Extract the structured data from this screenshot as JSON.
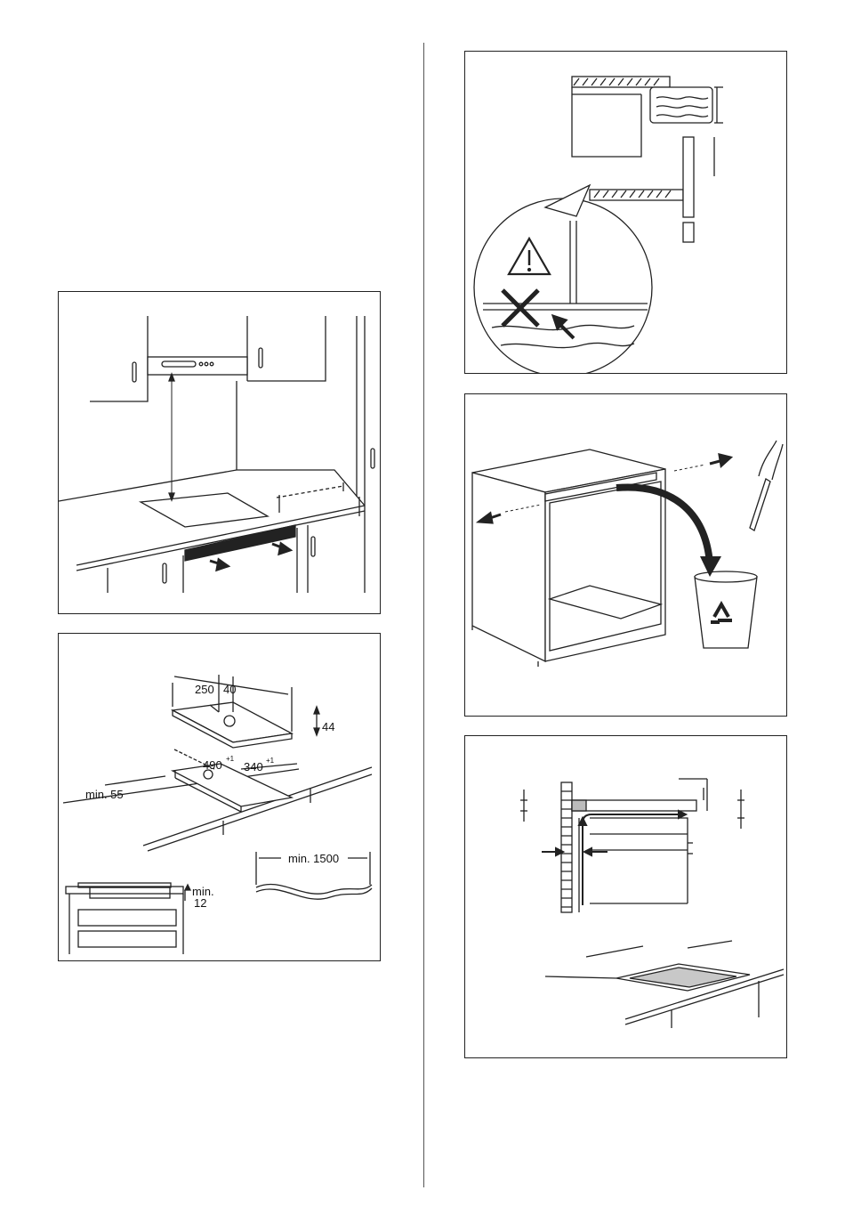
{
  "panels": {
    "hood_clearance": {},
    "cutout": {
      "labels": {
        "width_250": "250",
        "width_40": "40",
        "depth_44": "44",
        "cut_490": "490",
        "cut_490_tol": "+1",
        "cut_340": "340",
        "cut_340_tol": "+1",
        "min_55": "min. 55",
        "min_1500": "min. 1500",
        "min_word": "min.",
        "min_12": "12"
      }
    },
    "hazard_warning": {},
    "remove_crossbar": {},
    "ventilation": {}
  }
}
